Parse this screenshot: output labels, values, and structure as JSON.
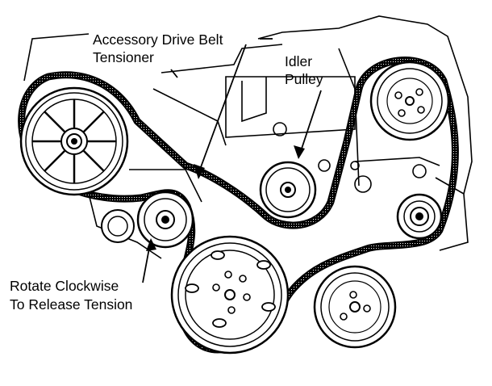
{
  "labels": {
    "belt_line1": "Accessory Drive Belt",
    "belt_line2": "Tensioner",
    "idler_line1": "Idler",
    "idler_line2": "Pulley",
    "rotate_line1": "Rotate Clockwise",
    "rotate_line2": "To Release Tension"
  },
  "colors": {
    "ink": "#000000",
    "paper": "#ffffff"
  }
}
